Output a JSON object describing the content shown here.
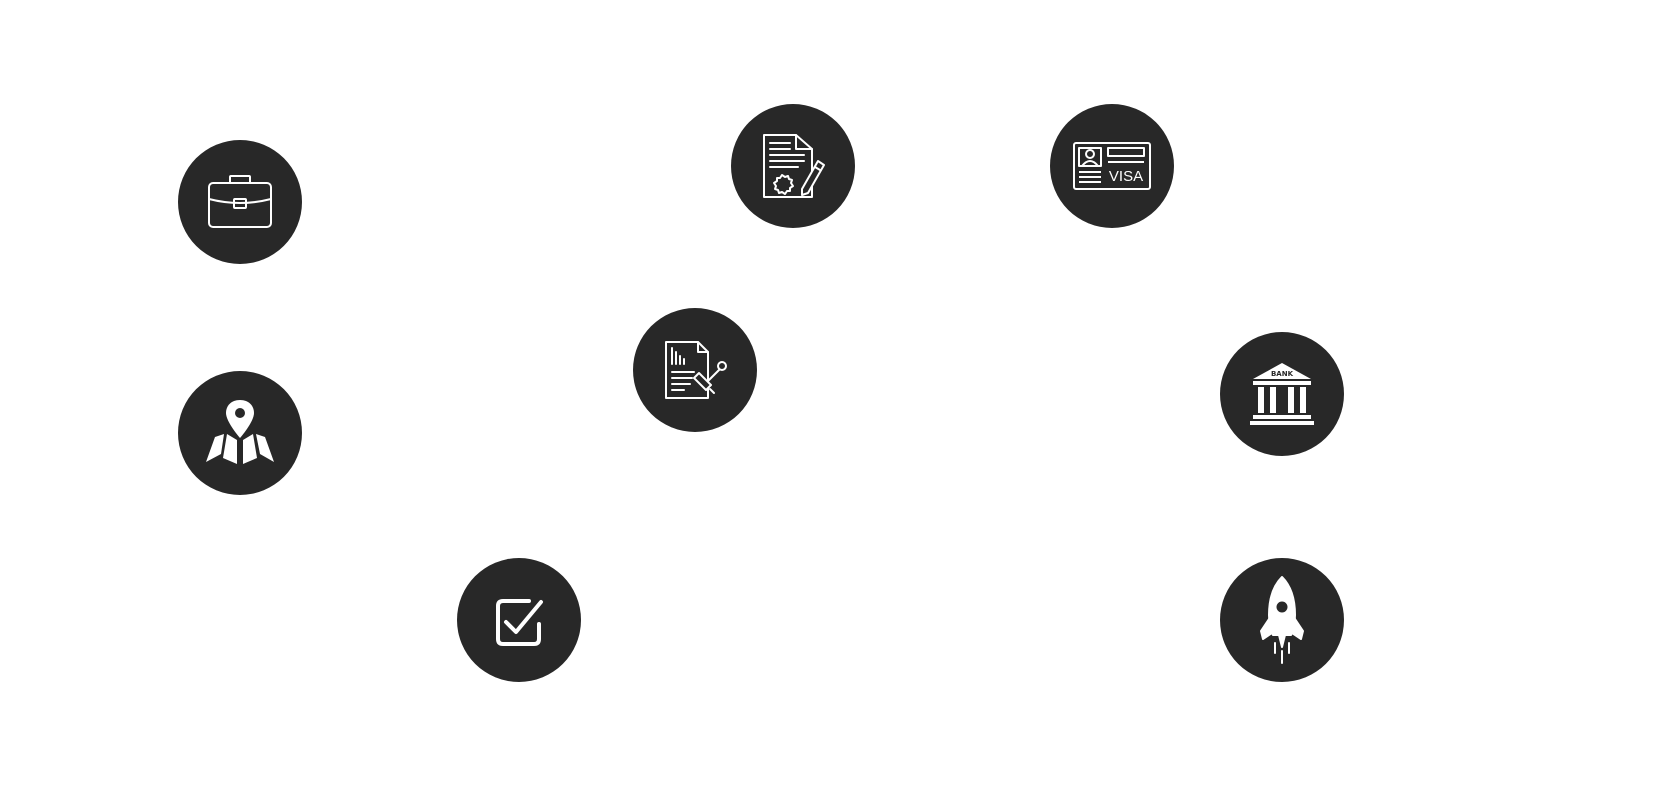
{
  "icons": [
    {
      "id": "briefcase",
      "name": "briefcase-icon"
    },
    {
      "id": "map",
      "name": "map-pin-icon"
    },
    {
      "id": "check",
      "name": "checkbox-checked-icon"
    },
    {
      "id": "report",
      "name": "signed-report-icon"
    },
    {
      "id": "certificate",
      "name": "certificate-contract-icon"
    },
    {
      "id": "visa",
      "name": "visa-id-card-icon"
    },
    {
      "id": "bank",
      "name": "bank-building-icon"
    },
    {
      "id": "rocket",
      "name": "rocket-icon"
    }
  ],
  "visa_card": {
    "label": "VISA"
  },
  "bank_building": {
    "label": "BANK"
  },
  "colors": {
    "circle": "#282828",
    "icon": "#ffffff",
    "background": "#ffffff"
  }
}
